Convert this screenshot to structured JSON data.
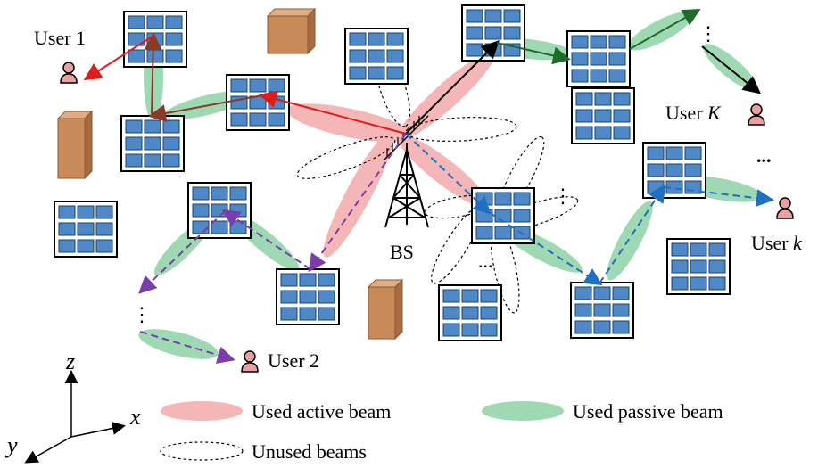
{
  "labels": {
    "user1": "User 1",
    "user2": "User 2",
    "userK_prefix": "User ",
    "userK_var": "K",
    "userk_prefix": "User ",
    "userk_var": "k",
    "bs": "BS",
    "ellipsis": "...",
    "dots_vertical": "⋮",
    "axis_z": "z",
    "axis_x": "x",
    "axis_y": "y"
  },
  "legend": {
    "active": "Used active beam",
    "passive": "Used passive beam",
    "unused": "Unused beams"
  },
  "colors": {
    "active_beam": "#f4b6b6",
    "passive_beam": "#9ed9b4",
    "panel_cell": "#4f88c6",
    "building": "#c98a5a",
    "link_red": "#e01b1b",
    "link_brown": "#8b3a2a",
    "link_black": "#000000",
    "link_green": "#1f6b2b",
    "link_blue": "#1f6fc2",
    "link_purple": "#7a3ea8",
    "user": "#e8a0a0"
  }
}
